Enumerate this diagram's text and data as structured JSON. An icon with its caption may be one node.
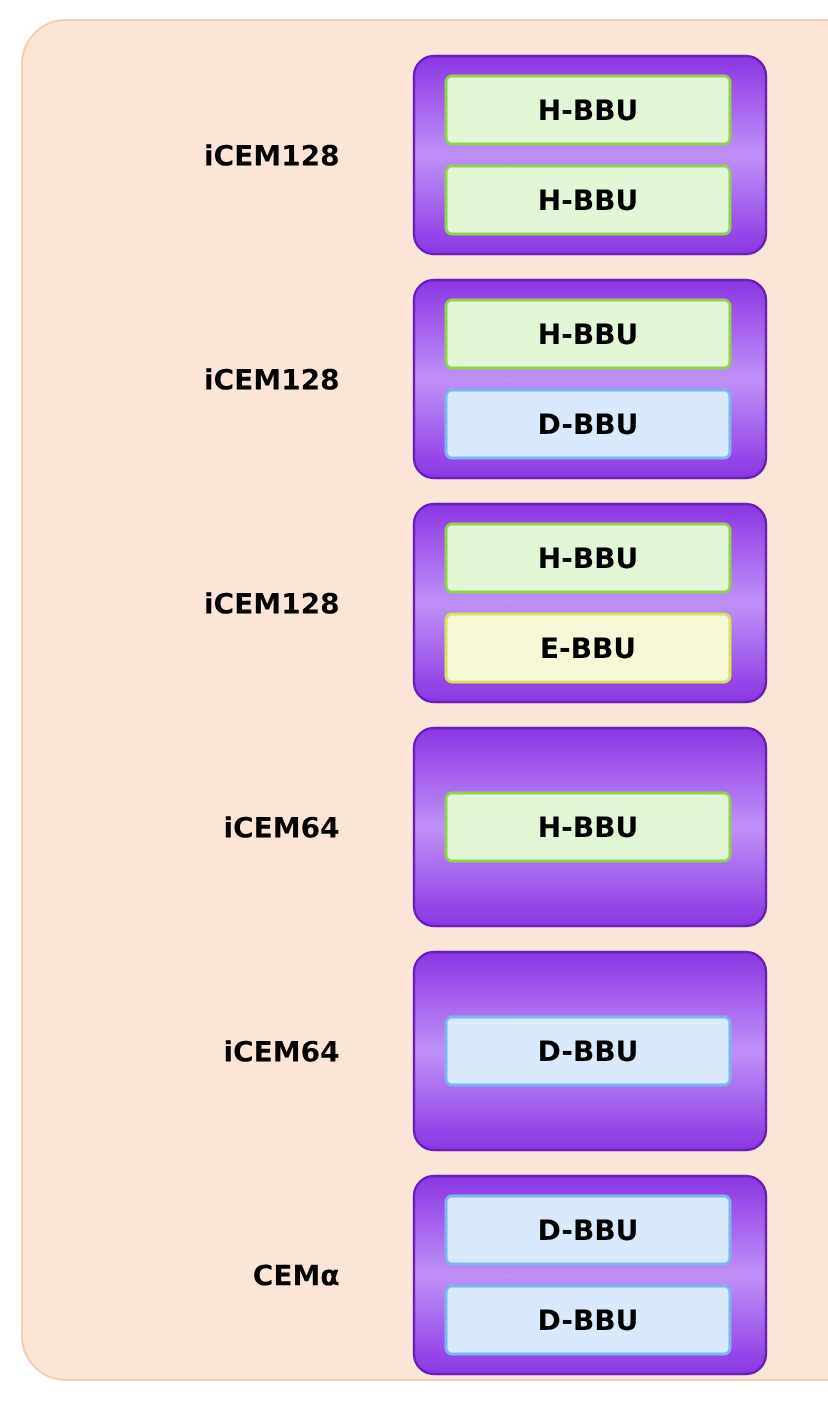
{
  "diagram": {
    "nodes": [
      {
        "text": [],
        "shape": "box"
      },
      {
        "text": [
          "iCEM128"
        ],
        "in": 0
      },
      {
        "text": [
          "H-BBU"
        ],
        "in": 1
      },
      {
        "text": [
          "H-BBU"
        ],
        "in": 1
      },
      {
        "text": [
          "iCEM128"
        ],
        "in": 0
      },
      {
        "text": [
          "H-BBU"
        ],
        "in": 4
      },
      {
        "text": [
          "D-BBU"
        ],
        "in": 4
      },
      {
        "text": [
          "iCEM128"
        ],
        "in": 0
      },
      {
        "text": [
          "H-BBU"
        ],
        "in": 7
      },
      {
        "text": [
          "E-BBU"
        ],
        "in": 7
      },
      {
        "text": [
          "iCEM64"
        ],
        "in": 0
      },
      {
        "text": [
          "H-BBU"
        ],
        "in": 10
      },
      {
        "text": [
          "iCEM64"
        ],
        "in": 0
      },
      {
        "text": [
          "D-BBU"
        ],
        "in": 12
      },
      {
        "text": [
          "CEMα"
        ],
        "in": 0
      },
      {
        "text": [
          "D-BBU"
        ],
        "in": 14
      },
      {
        "text": [
          "D-BBU"
        ],
        "in": 14
      }
    ]
  }
}
